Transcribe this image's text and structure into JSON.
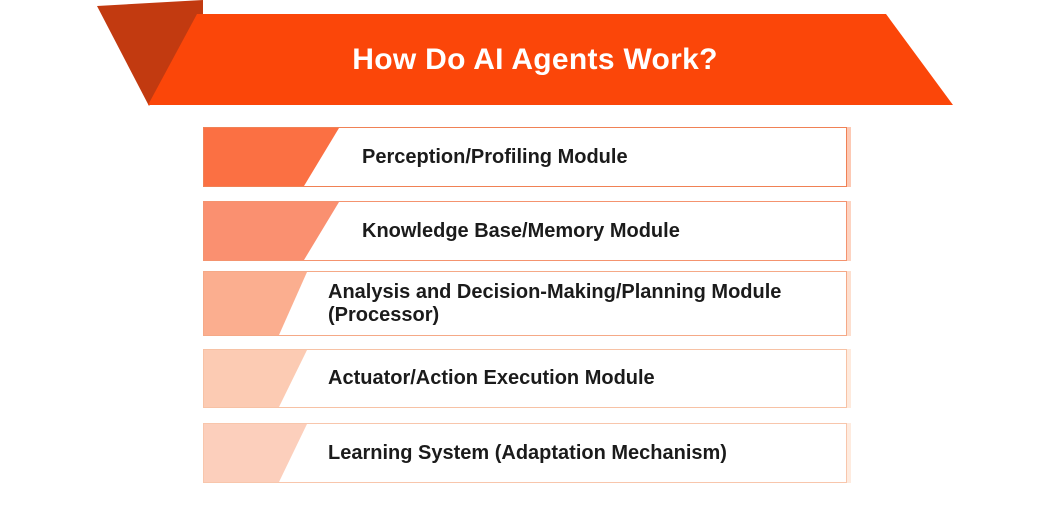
{
  "header": {
    "title": "How Do AI Agents Work?"
  },
  "colors": {
    "background": "#FFFFFF",
    "banner": "#FB4609",
    "banner_fold": "#C23A10",
    "title_text": "#FFFFFF",
    "label_text": "#1B1B1B"
  },
  "modules": {
    "items": [
      {
        "label": "Perception/Profiling Module",
        "shape_color": "#FB7043",
        "border_color": "#F08155",
        "shadow_color": "#FDC9B4"
      },
      {
        "label": "Knowledge Base/Memory Module",
        "shape_color": "#FA9070",
        "border_color": "#F4936F",
        "shadow_color": "#FDD3C1"
      },
      {
        "label": "Analysis and Decision-Making/Planning Module (Processor)",
        "shape_color": "#FBAE8F",
        "border_color": "#F5A987",
        "shadow_color": "#FDDFCF"
      },
      {
        "label": "Actuator/Action Execution Module",
        "shape_color": "#FCCBB3",
        "border_color": "#F7C2A5",
        "shadow_color": "#FEEADD"
      },
      {
        "label": "Learning System (Adaptation Mechanism)",
        "shape_color": "#FCCFBC",
        "border_color": "#F8C6AC",
        "shadow_color": "#FEEBDF"
      }
    ]
  }
}
